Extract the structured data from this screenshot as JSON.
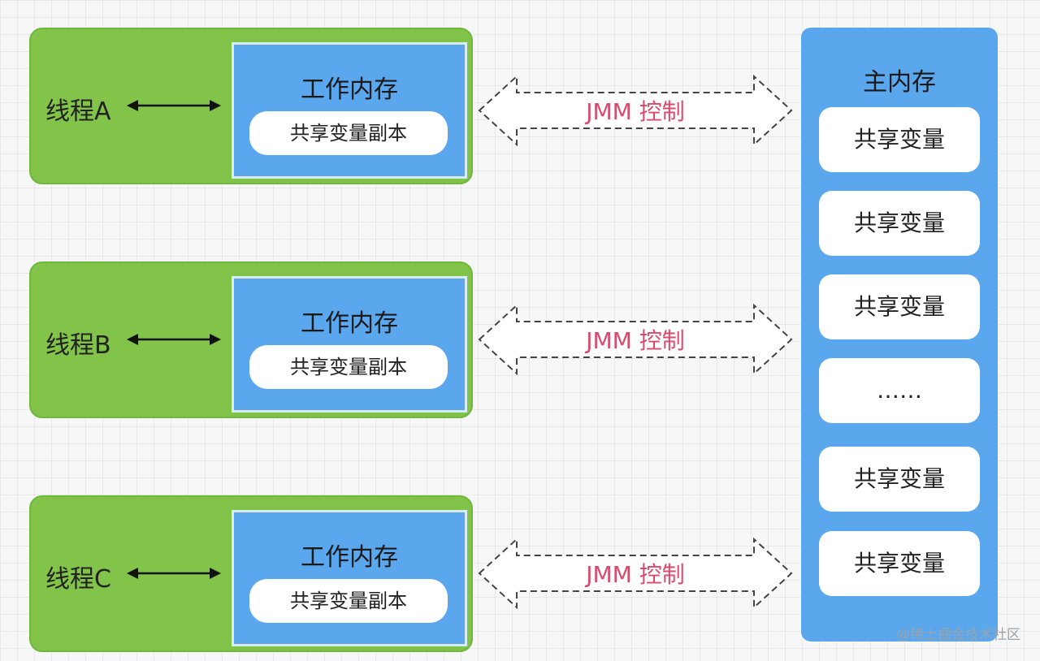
{
  "threads": [
    {
      "label": "线程A",
      "work_memory": "工作内存",
      "copy": "共享变量副本"
    },
    {
      "label": "线程B",
      "work_memory": "工作内存",
      "copy": "共享变量副本"
    },
    {
      "label": "线程C",
      "work_memory": "工作内存",
      "copy": "共享变量副本"
    }
  ],
  "jmm_labels": [
    "JMM 控制",
    "JMM 控制",
    "JMM 控制"
  ],
  "main_memory": {
    "title": "主内存",
    "items": [
      "共享变量",
      "共享变量",
      "共享变量",
      "……",
      "共享变量",
      "共享变量"
    ]
  },
  "watermark": "@稀土掘金技术社区",
  "colors": {
    "thread_green": "#82c34a",
    "memory_blue": "#5aa7ed",
    "jmm_red": "#d94a6b"
  }
}
